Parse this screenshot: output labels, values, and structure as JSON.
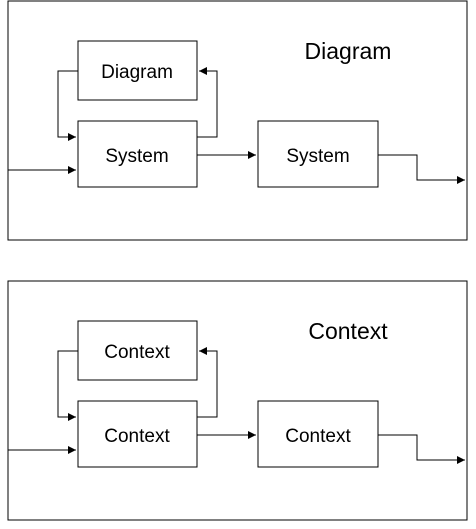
{
  "panels": [
    {
      "title": "Diagram",
      "feedback_block": "Diagram",
      "main_block": "System",
      "output_block": "System"
    },
    {
      "title": "Context",
      "feedback_block": "Context",
      "main_block": "Context",
      "output_block": "Context"
    }
  ],
  "colors": {
    "stroke": "#000000",
    "background": "#ffffff"
  }
}
